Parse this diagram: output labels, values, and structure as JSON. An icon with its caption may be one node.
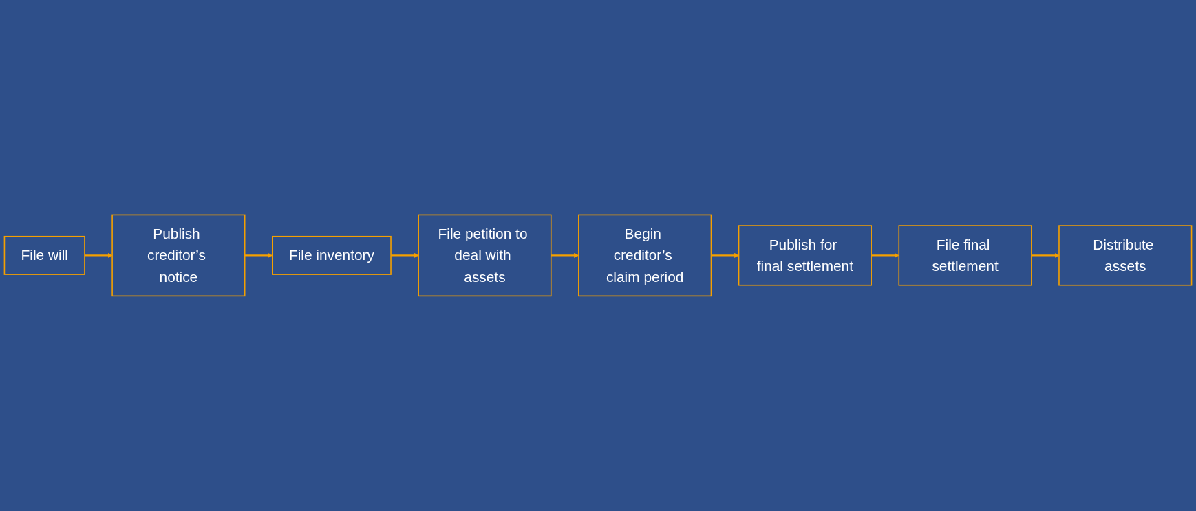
{
  "diagram": {
    "nodes": [
      {
        "text": [
          "File will"
        ]
      },
      {
        "text": [
          "Publish creditor’s notice"
        ]
      },
      {
        "text": [
          "File inventory"
        ]
      },
      {
        "text": [
          "File petition to deal with assets"
        ]
      },
      {
        "text": [
          "Begin creditor’s claim period"
        ]
      },
      {
        "text": [
          "Publish for final settlement"
        ]
      },
      {
        "text": [
          "File final settlement"
        ]
      },
      {
        "text": [
          "Distribute assets"
        ]
      }
    ],
    "edges": [
      {
        "from": 0,
        "to": 1,
        "arrow": "to"
      },
      {
        "from": 1,
        "to": 2,
        "arrow": "to"
      },
      {
        "from": 2,
        "to": 3,
        "arrow": "to"
      },
      {
        "from": 3,
        "to": 4,
        "arrow": "to"
      },
      {
        "from": 4,
        "to": 5,
        "arrow": "to"
      },
      {
        "from": 5,
        "to": 6,
        "arrow": "to"
      },
      {
        "from": 6,
        "to": 7,
        "arrow": "to"
      }
    ]
  }
}
